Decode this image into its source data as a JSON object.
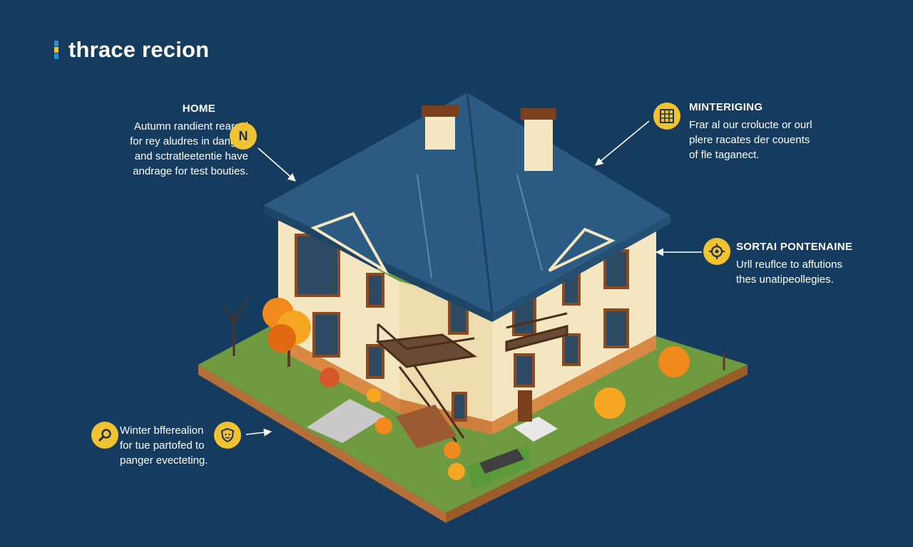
{
  "title": "thrace recion",
  "callouts": {
    "home": {
      "heading": "HOME",
      "lines": [
        "Autumn randient rearcal",
        "for rey aludres in danged",
        "and sctratleetentie have",
        "andrage for test bouties."
      ],
      "badge": "N",
      "icon": "compass-n-icon"
    },
    "mintering": {
      "heading": "MINTERIGING",
      "lines": [
        "Frar al our crolucte or ourl",
        "plere racates der couents",
        "of fle taganect."
      ],
      "icon": "grid-panel-icon"
    },
    "solar": {
      "heading": "SORTAI PONTENAINE",
      "lines": [
        "Urll reuflce to affutions",
        "thes unatipeollegies."
      ],
      "icon": "gear-tool-icon"
    },
    "winter": {
      "lines": [
        "Winter bfferealion",
        "for tue partofed to",
        "panger evecteting."
      ],
      "icons": [
        "magnifier-icon",
        "shield-face-icon"
      ]
    }
  },
  "colors": {
    "background": "#153c5f",
    "accent": "#f1c232",
    "roof": "#2b5b82",
    "wall": "#f3e6c0",
    "wall_base": "#d88a45",
    "lawn": "#6f9a3f",
    "soil": "#b5703a",
    "foliage": "#f08a1c"
  }
}
